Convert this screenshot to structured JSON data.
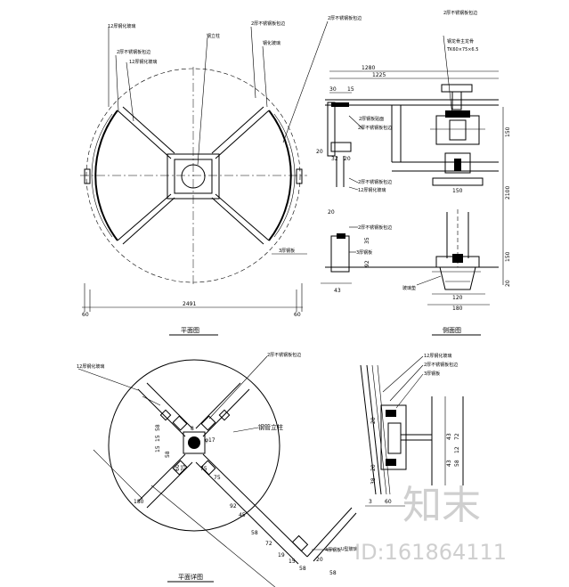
{
  "plan": {
    "callouts": [
      "12厚钢化玻璃",
      "2厚不锈钢板包边",
      "12厚钢化玻璃",
      "2厚不锈钢板包边",
      "2厚不锈钢板包边",
      "钢立柱",
      "钢化玻璃"
    ],
    "side_label": "3厚钢板",
    "dim_total": "2491",
    "dim_left": "60",
    "dim_right": "60",
    "caption": "平面图"
  },
  "section": {
    "callouts": [
      "2厚不锈钢板包边",
      "钢龙骨主龙骨",
      "TK60×75×6.5",
      "2厚钢板贴面",
      "2厚不锈钢板包边",
      "12厚钢化玻璃",
      "2厚不锈钢板包边",
      "3厚钢板",
      "玻璃垫",
      "2厚不锈钢板包边"
    ],
    "dims_top": [
      "1280",
      "1225",
      "30",
      "15"
    ],
    "dims_left": [
      "20",
      "32",
      "20",
      "20",
      "43",
      "92",
      "35"
    ],
    "dims_right": [
      "150",
      "2100",
      "150",
      "20"
    ],
    "dims_bottom": [
      "150",
      "120",
      "180"
    ],
    "caption": "侧面图"
  },
  "detail_plan": {
    "callouts": [
      "12厚钢化玻璃",
      "2厚不锈钢板包边",
      "4厚钢板",
      "钢管立柱"
    ],
    "dims": [
      "58",
      "15",
      "15",
      "58",
      "60",
      "75",
      "8",
      "φ17",
      "180",
      "75",
      "75",
      "92",
      "45",
      "58",
      "72",
      "19",
      "15",
      "58",
      "20",
      "58"
    ],
    "caption": "平面详图"
  },
  "detail_section": {
    "callouts": [
      "12厚钢化玻璃",
      "2厚不锈钢板包边",
      "3厚钢板"
    ],
    "dims": [
      "20",
      "43",
      "72",
      "20",
      "43",
      "12",
      "58",
      "38",
      "60",
      "3"
    ],
    "side_label": "U型玻璃"
  },
  "watermark": {
    "brand": "知末",
    "id": "ID:161864111"
  }
}
